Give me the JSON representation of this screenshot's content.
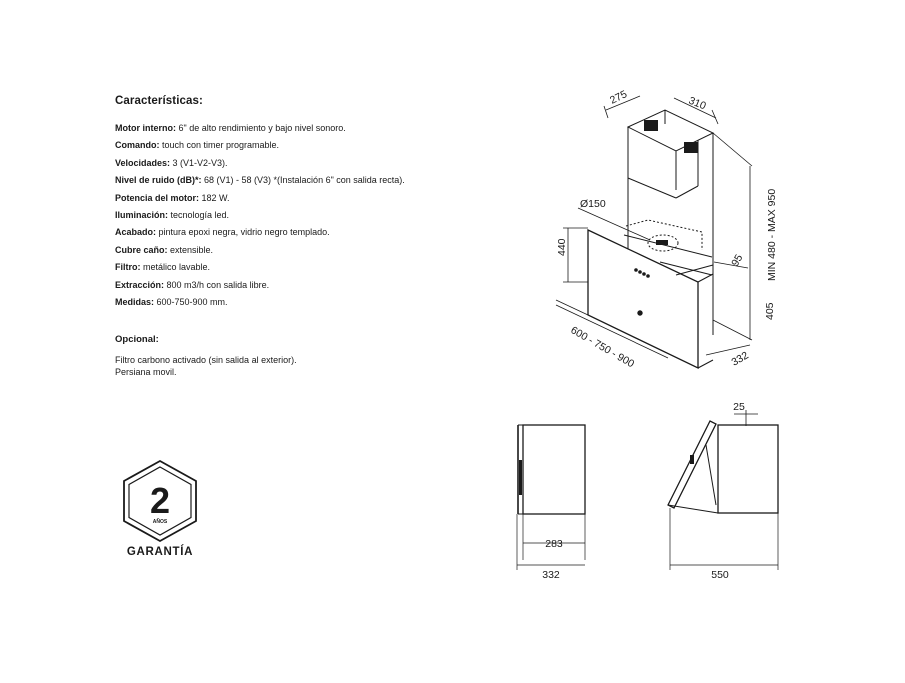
{
  "specs": {
    "title": "Características:",
    "items": [
      {
        "label": "Motor interno:",
        "value": " 6\" de alto rendimiento y bajo nivel sonoro."
      },
      {
        "label": "Comando:",
        "value": " touch con timer programable."
      },
      {
        "label": "Velocidades:",
        "value": " 3 (V1-V2-V3)."
      },
      {
        "label": "Nivel de ruido (dB)*:",
        "value": " 68 (V1) - 58 (V3) *(Instalación 6\" con salida recta)."
      },
      {
        "label": "Potencia del motor:",
        "value": " 182 W."
      },
      {
        "label": "Iluminación:",
        "value": " tecnología led."
      },
      {
        "label": "Acabado:",
        "value": " pintura epoxi negra, vidrio negro templado."
      },
      {
        "label": "Cubre caño:",
        "value": " extensible."
      },
      {
        "label": "Filtro:",
        "value": " metálico lavable."
      },
      {
        "label": "Extracción:",
        "value": " 800 m3/h con salida libre."
      },
      {
        "label": "Medidas:",
        "value": " 600-750-900 mm."
      }
    ],
    "optional_title": "Opcional:",
    "optional_items": [
      "Filtro carbono activado (sin salida al exterior).",
      "Persiana movil."
    ]
  },
  "badge": {
    "number": "2",
    "unit": "AÑOS",
    "label": "GARANTÍA"
  },
  "dimensions": {
    "top_depth": "275",
    "top_width": "310",
    "height_range": "MIN 480 - MAX 950",
    "outlet": "Ø150",
    "glass_height": "440",
    "offset": "95",
    "body_height": "405",
    "widths": "600 - 750 - 900",
    "depth": "332",
    "side_inner": "283",
    "side_outer": "332",
    "open_gap": "25",
    "open_depth": "550"
  }
}
